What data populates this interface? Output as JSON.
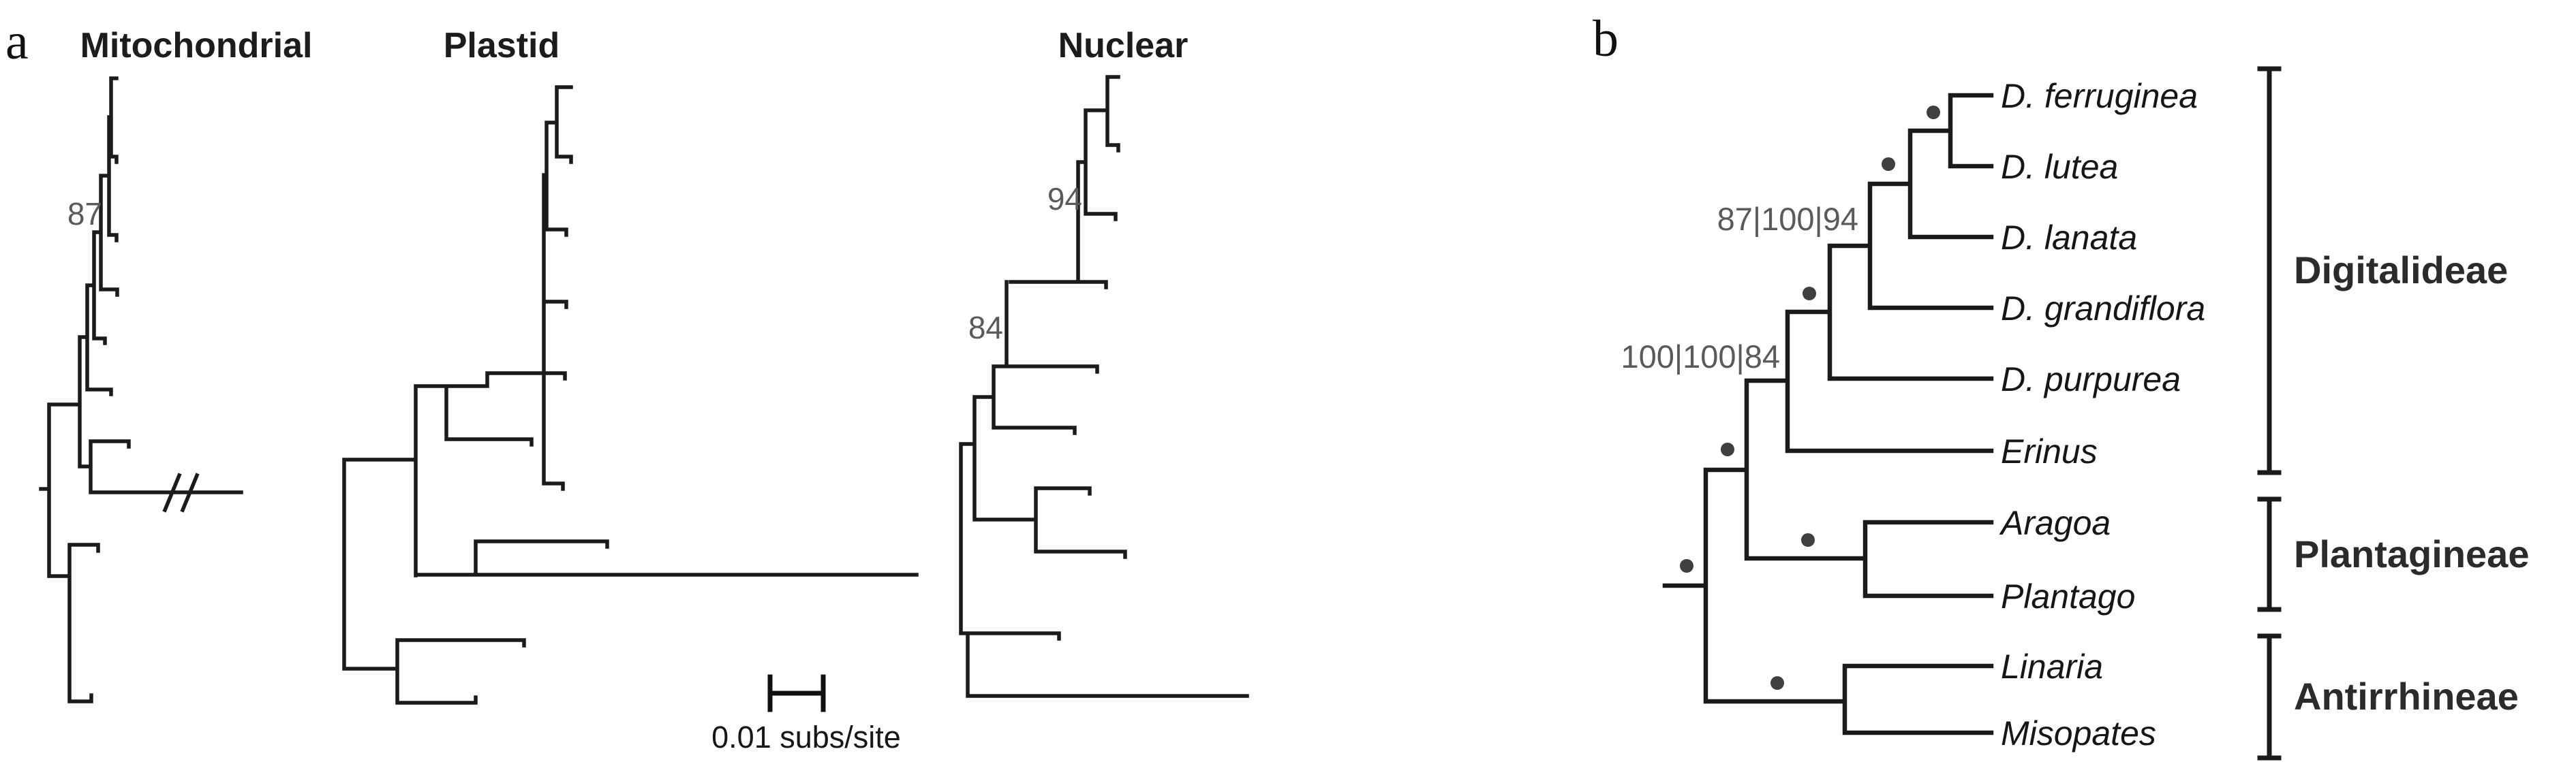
{
  "panel_a": {
    "label": "a",
    "titles": {
      "mitochondrial": "Mitochondrial",
      "plastid": "Plastid",
      "nuclear": "Nuclear"
    },
    "support_values": {
      "mitochondrial": "87",
      "nuclear_upper": "94",
      "nuclear_lower": "84"
    },
    "scale_bar_label": "0.01 subs/site"
  },
  "panel_b": {
    "label": "b",
    "taxa": [
      "D. ferruginea",
      "D. lutea",
      "D. lanata",
      "D. grandiflora",
      "D. purpurea",
      "Erinus",
      "Aragoa",
      "Plantago",
      "Linaria",
      "Misopates"
    ],
    "support_labels": {
      "digitalis_crown": "87|100|94",
      "digitalideae_node": "100|100|84"
    },
    "clades": [
      {
        "name": "Digitalideae"
      },
      {
        "name": "Plantagineae"
      },
      {
        "name": "Antirrhineae"
      }
    ]
  },
  "colors": {
    "branch": "#1b1b1b",
    "support_text": "#595a5c",
    "node_dot": "#3f3f3f",
    "label_text": "#161616"
  }
}
